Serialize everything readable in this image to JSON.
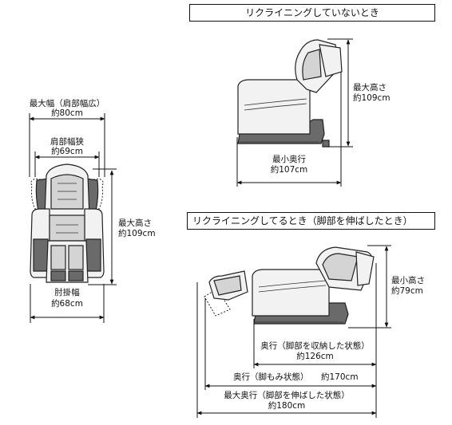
{
  "captions": {
    "upright": "リクライニングしていないとき",
    "reclined": "リクライニングしてるとき（脚部を伸ばしたとき）"
  },
  "front_view": {
    "max_width_label": "最大幅（肩部幅広）",
    "max_width_value": "約80cm",
    "shoulder_narrow_label": "肩部幅狭",
    "shoulder_narrow_value": "約69cm",
    "max_height_label": "最大高さ",
    "max_height_value": "約109cm",
    "armrest_width_label": "肘掛幅",
    "armrest_width_value": "約68cm"
  },
  "upright_view": {
    "max_height_label": "最大高さ",
    "max_height_value": "約109cm",
    "min_depth_label": "最小奥行",
    "min_depth_value": "約107cm"
  },
  "reclined_view": {
    "min_height_label": "最小高さ",
    "min_height_value": "約79cm",
    "depth_stored_label": "奥行（脚部を収納した状態）",
    "depth_stored_value": "約126cm",
    "depth_massage_label": "奥行（脚もみ状態）",
    "depth_massage_value": "約170cm",
    "max_depth_label": "最大奥行（脚部を伸ばした状態）",
    "max_depth_value": "約180cm"
  }
}
